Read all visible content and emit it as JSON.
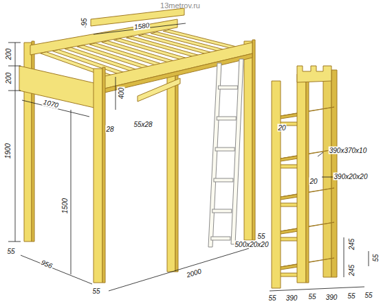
{
  "diagram": {
    "labels": [
      "13metrov.ru",
      "95",
      "1580",
      "200",
      "200",
      "1900",
      "1070",
      "400",
      "55x28",
      "28",
      "1500",
      "55",
      "956",
      "55",
      "2000",
      "55",
      "500x20x20",
      "20",
      "390x370x10",
      "390x20x20",
      "20",
      "245",
      "245",
      "55",
      "55",
      "390",
      "55",
      "390",
      "55",
      "55"
    ]
  }
}
